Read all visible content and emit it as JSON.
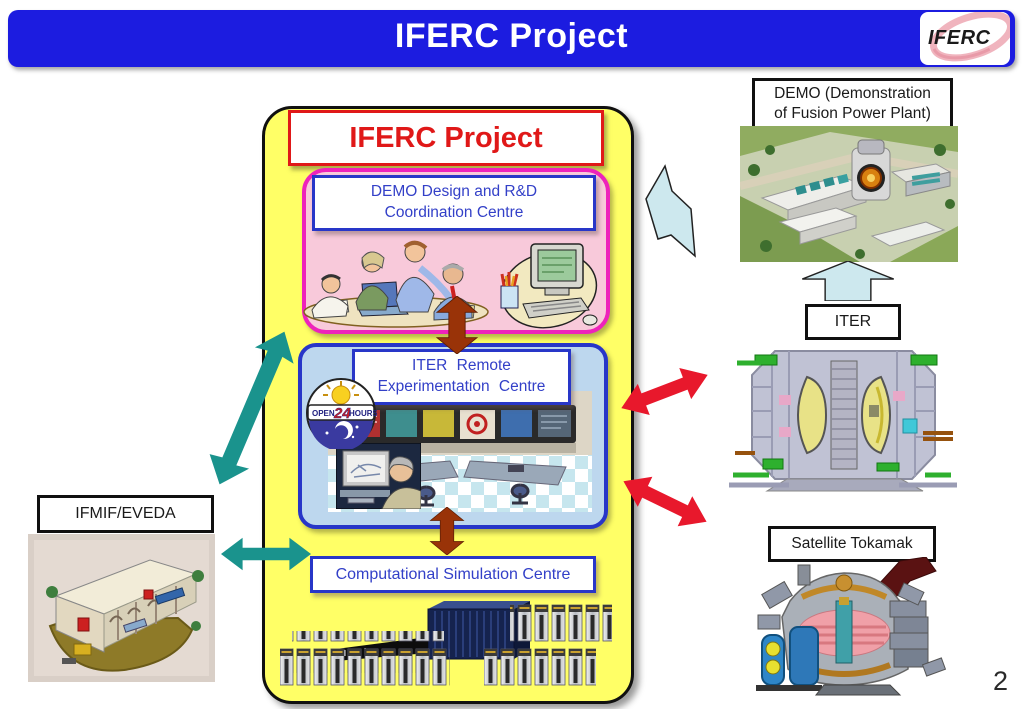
{
  "header": {
    "title": "IFERC Project",
    "logo_text": "IFERC"
  },
  "panel": {
    "title": "IFERC Project",
    "demo_design_centre": {
      "line1": "DEMO Design and R&D",
      "line2": "Coordination Centre"
    },
    "iter_remote_centre": {
      "line1": "ITER Remote",
      "line2": "Experimentation Centre"
    },
    "open_badge": {
      "open": "OPEN",
      "big": "24",
      "hours": "HOURS"
    },
    "computational_centre": {
      "label": "Computational Simulation Centre"
    }
  },
  "satellites": {
    "demo_plant": {
      "line1": "DEMO (Demonstration",
      "line2": "of Fusion Power Plant)"
    },
    "iter": {
      "label": "ITER"
    },
    "satellite_tokamak": {
      "label": "Satellite Tokamak"
    },
    "ifmif": {
      "label": "IFMIF/EVEDA"
    }
  },
  "page_number": "2",
  "colors": {
    "header_blue": "#1c1ce0",
    "panel_yellow": "#ffff66",
    "pink_fill": "#f8c9da",
    "magenta_border": "#ee22bb",
    "lightblue_fill": "#bdd7ee",
    "box_blue_border": "#2836c8",
    "box_blue_text": "#3340c8",
    "title_red": "#e01818",
    "arrow_brown": "#993308",
    "arrow_red": "#e8182c",
    "arrow_teal": "#1a938d",
    "arrow_paleblue": "#cde8ee",
    "logo_swoosh_pink": "#f0b4be"
  },
  "illustrations": {
    "logo_swoosh": "iferc-logo-ellipse",
    "meeting": "team-meeting-clipart",
    "desktop": "desktop-computer-clipart",
    "badge": "open-24-hours-badge",
    "control_room": "remote-control-room-image",
    "person_computer": "researcher-at-computer-image",
    "supercomputer": "supercomputer-racks-image",
    "demo_plant": "demo-fusion-plant-aerial-image",
    "iter_machine": "iter-tokamak-cutaway-image",
    "satellite_machine": "satellite-tokamak-cad-image",
    "ifmif_facility": "ifmif-facility-cutaway-image"
  }
}
